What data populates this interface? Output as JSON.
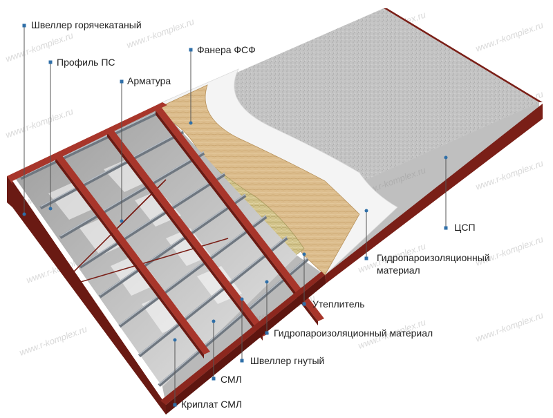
{
  "diagram": {
    "watermark": "www.r-komplex.ru",
    "colors": {
      "frame": "#7a1f17",
      "frame_light": "#a8362b",
      "osb": "#d8b98a",
      "wool": "#cdbf85",
      "membrane": "#f2f2f2",
      "csp": "#bdbdbd",
      "leader": "#555555",
      "marker": "#2f6fa8"
    },
    "labels": [
      {
        "id": "hot-rolled-channel",
        "text": "Швеллер горячекатаный"
      },
      {
        "id": "ps-profile",
        "text": "Профиль ПС"
      },
      {
        "id": "rebar",
        "text": "Арматура"
      },
      {
        "id": "plywood",
        "text": "Фанера ФСФ"
      },
      {
        "id": "csp",
        "text": "ЦСП"
      },
      {
        "id": "membrane-top",
        "text": "Гидропароизоляционный материал"
      },
      {
        "id": "insulation",
        "text": "Утеплитель"
      },
      {
        "id": "membrane-bottom",
        "text": "Гидропароизоляционный материал"
      },
      {
        "id": "bent-channel",
        "text": "Швеллер гнутый"
      },
      {
        "id": "sml",
        "text": "СМЛ"
      },
      {
        "id": "sml-fastener",
        "text": "Криплат СМЛ"
      }
    ]
  }
}
